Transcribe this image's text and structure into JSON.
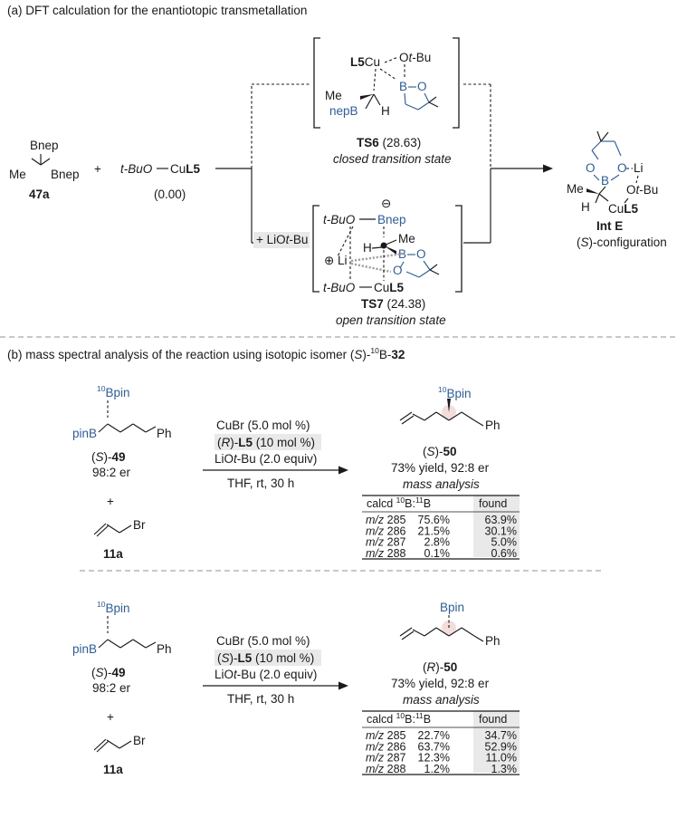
{
  "part_a": {
    "title": "(a) DFT calculation for the enantiotopic transmetallation",
    "reactant_47a": {
      "substituent_top": "Bnep",
      "substituent_bottom": "Bnep",
      "methyl": "Me",
      "label": "47a"
    },
    "plus": "+",
    "cu_reagent": {
      "prefix": "t-BuO",
      "cu": "Cu",
      "ligand": "L5",
      "energy": "(0.00)"
    },
    "ts6": {
      "label": "TS6",
      "energy": "(28.63)",
      "caption": "closed transition state",
      "atoms": {
        "cu": "Cu",
        "ligand": "L5",
        "otbu": "Ot-Bu",
        "b": "B",
        "o": "O",
        "me": "Me",
        "bnep": "nepB",
        "h": "H"
      }
    },
    "ts7": {
      "label": "TS7",
      "energy": "(24.38)",
      "caption": "open transition state",
      "additive": "+ LiOt-Bu",
      "atoms": {
        "tbuo_top": "t-BuO",
        "bnep": "Bnep",
        "minus": "⊖",
        "h": "H",
        "me": "Me",
        "b": "B",
        "o": "O",
        "li": "Li",
        "plus": "⊕",
        "tbuo_bottom": "t-BuO",
        "cu": "Cu",
        "ligand": "L5"
      }
    },
    "int_e": {
      "label": "Int E",
      "config": "(S)-configuration",
      "atoms": {
        "o": "O",
        "b": "B",
        "li": "Li",
        "otbu": "Ot-Bu",
        "me": "Me",
        "h": "H",
        "cu": "Cu",
        "ligand": "L5"
      }
    }
  },
  "part_b": {
    "title_prefix": "(b) mass spectral analysis of the reaction using isotopic isomer (",
    "title_s": "S",
    "title_mid": ")-",
    "title_iso": "10",
    "title_b": "B-",
    "title_num": "32",
    "reactions": [
      {
        "substrate": {
          "iso": "10",
          "bpin_top": "Bpin",
          "pinB": "pinB",
          "ph": "Ph",
          "label_config": "S",
          "label_num": "49",
          "er": "98:2 er"
        },
        "plus": "+",
        "allyl": {
          "br": "Br",
          "label": "11a"
        },
        "conditions": {
          "line1": "CuBr (5.0 mol %)",
          "ligand_config": "R",
          "ligand": "L5",
          "ligand_load": " (10 mol %)",
          "base_prefix": "LiO",
          "base_t": "t",
          "base_suffix": "-Bu (2.0 equiv)",
          "below": "THF, rt, 30 h"
        },
        "product": {
          "iso": "10",
          "bpin": "Bpin",
          "ph": "Ph",
          "config": "S",
          "num": "50",
          "yield": "73% yield, 92:8 er"
        },
        "table": {
          "title": "mass analysis",
          "header_calcd": "calcd ",
          "header_found": "found",
          "rows": [
            {
              "mz": "285",
              "calcd": "75.6%",
              "found": "63.9%"
            },
            {
              "mz": "286",
              "calcd": "21.5%",
              "found": "30.1%"
            },
            {
              "mz": "287",
              "calcd": "2.8%",
              "found": "5.0%"
            },
            {
              "mz": "288",
              "calcd": "0.1%",
              "found": "0.6%"
            }
          ]
        }
      },
      {
        "substrate": {
          "iso": "10",
          "bpin_top": "Bpin",
          "pinB": "pinB",
          "ph": "Ph",
          "label_config": "S",
          "label_num": "49",
          "er": "98:2 er"
        },
        "plus": "+",
        "allyl": {
          "br": "Br",
          "label": "11a"
        },
        "conditions": {
          "line1": "CuBr (5.0 mol %)",
          "ligand_config": "S",
          "ligand": "L5",
          "ligand_load": " (10 mol %)",
          "base_prefix": "LiO",
          "base_t": "t",
          "base_suffix": "-Bu (2.0 equiv)",
          "below": "THF, rt, 30 h"
        },
        "product": {
          "iso": "",
          "bpin": "Bpin",
          "ph": "Ph",
          "config": "R",
          "num": "50",
          "yield": "73% yield, 92:8 er"
        },
        "table": {
          "title": "mass analysis",
          "header_calcd": "calcd ",
          "header_found": "found",
          "rows": [
            {
              "mz": "285",
              "calcd": "22.7%",
              "found": "34.7%"
            },
            {
              "mz": "286",
              "calcd": "63.7%",
              "found": "52.9%"
            },
            {
              "mz": "287",
              "calcd": "12.3%",
              "found": "11.0%"
            },
            {
              "mz": "288",
              "calcd": "1.2%",
              "found": "1.3%"
            }
          ]
        }
      }
    ],
    "common": {
      "mz_label": "m/z",
      "iso10": "10",
      "iso11": "11",
      "b": "B",
      "colon": ":"
    }
  }
}
